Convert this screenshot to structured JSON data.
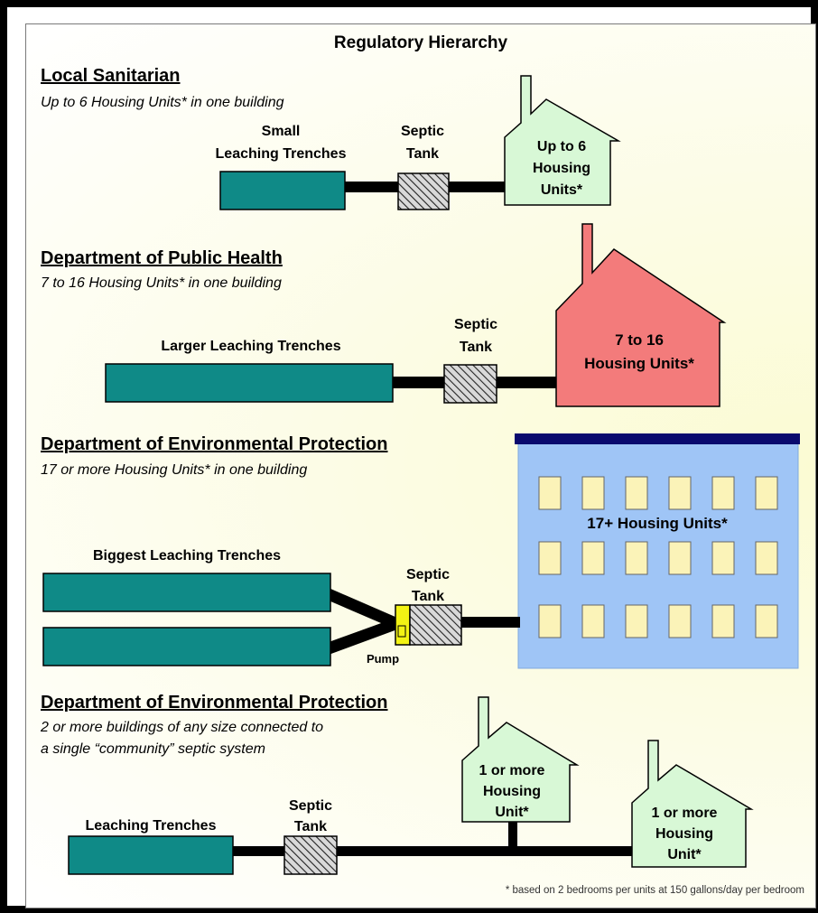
{
  "title": "Regulatory Hierarchy",
  "colors": {
    "trench": "#0f8a87",
    "pipe": "#000000",
    "small_house": "#d8f8d6",
    "medium_house": "#f37b7b",
    "building": "#9fc5f6",
    "building_roof": "#0a0a6e",
    "window": "#fbf3b8",
    "pump": "#f3f314"
  },
  "sections": [
    {
      "heading": "Local Sanitarian",
      "subtitle": "Up to 6 Housing Units* in one building",
      "trench_label_1": "Small",
      "trench_label_2": "Leaching Trenches",
      "tank_label_1": "Septic",
      "tank_label_2": "Tank",
      "house_label_1": "Up to 6",
      "house_label_2": "Housing",
      "house_label_3": "Units*"
    },
    {
      "heading": "Department of Public Health",
      "subtitle": "7 to 16 Housing Units* in one building",
      "trench_label": "Larger Leaching Trenches",
      "tank_label_1": "Septic",
      "tank_label_2": "Tank",
      "house_label_1": "7 to 16",
      "house_label_2": "Housing Units*"
    },
    {
      "heading": "Department of Environmental Protection",
      "subtitle": "17 or more Housing Units* in one building",
      "trench_label": "Biggest Leaching Trenches",
      "tank_label_1": "Septic",
      "tank_label_2": "Tank",
      "pump_label": "Pump",
      "building_label": "17+ Housing Units*"
    },
    {
      "heading": "Department of Environmental Protection",
      "subtitle_1": "2 or more buildings of any size connected to",
      "subtitle_2": "a single “community” septic system",
      "trench_label": "Leaching Trenches",
      "tank_label_1": "Septic",
      "tank_label_2": "Tank",
      "house_a_1": "1 or more",
      "house_a_2": "Housing",
      "house_a_3": "Unit*",
      "house_b_1": "1 or more",
      "house_b_2": "Housing",
      "house_b_3": "Unit*"
    }
  ],
  "footnote": "* based on 2 bedrooms per units at 150 gallons/day per bedroom"
}
